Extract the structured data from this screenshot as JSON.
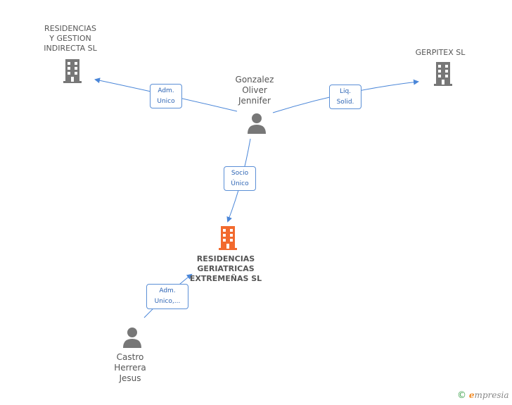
{
  "nodes": {
    "residencias_gestion": {
      "label": "RESIDENCIAS\nY GESTION\nINDIRECTA SL",
      "icon": "building-icon",
      "color": "#777777"
    },
    "gerpitex": {
      "label": "GERPITEX SL",
      "icon": "building-icon",
      "color": "#777777"
    },
    "gonzalez": {
      "label": "Gonzalez\nOliver\nJennifer",
      "icon": "person-icon",
      "color": "#777777"
    },
    "residencias_geriatricas": {
      "label": "RESIDENCIAS\nGERIATRICAS\nEXTREMEÑAS SL",
      "icon": "building-icon",
      "color": "#f26a2e"
    },
    "castro": {
      "label": "Castro\nHerrera\nJesus",
      "icon": "person-icon",
      "color": "#777777"
    }
  },
  "edges": {
    "adm_unico_1": "Adm.\nUnico",
    "liq_solid": "Liq.\nSolid.",
    "socio_unico": "Socio\nÚnico",
    "adm_unico_2": "Adm.\nUnico,..."
  },
  "colors": {
    "edge": "#4a86d8",
    "edge_label_border": "#5b8fd6"
  },
  "brand": {
    "copyright": "©",
    "e": "e",
    "rest": "mpresia"
  }
}
